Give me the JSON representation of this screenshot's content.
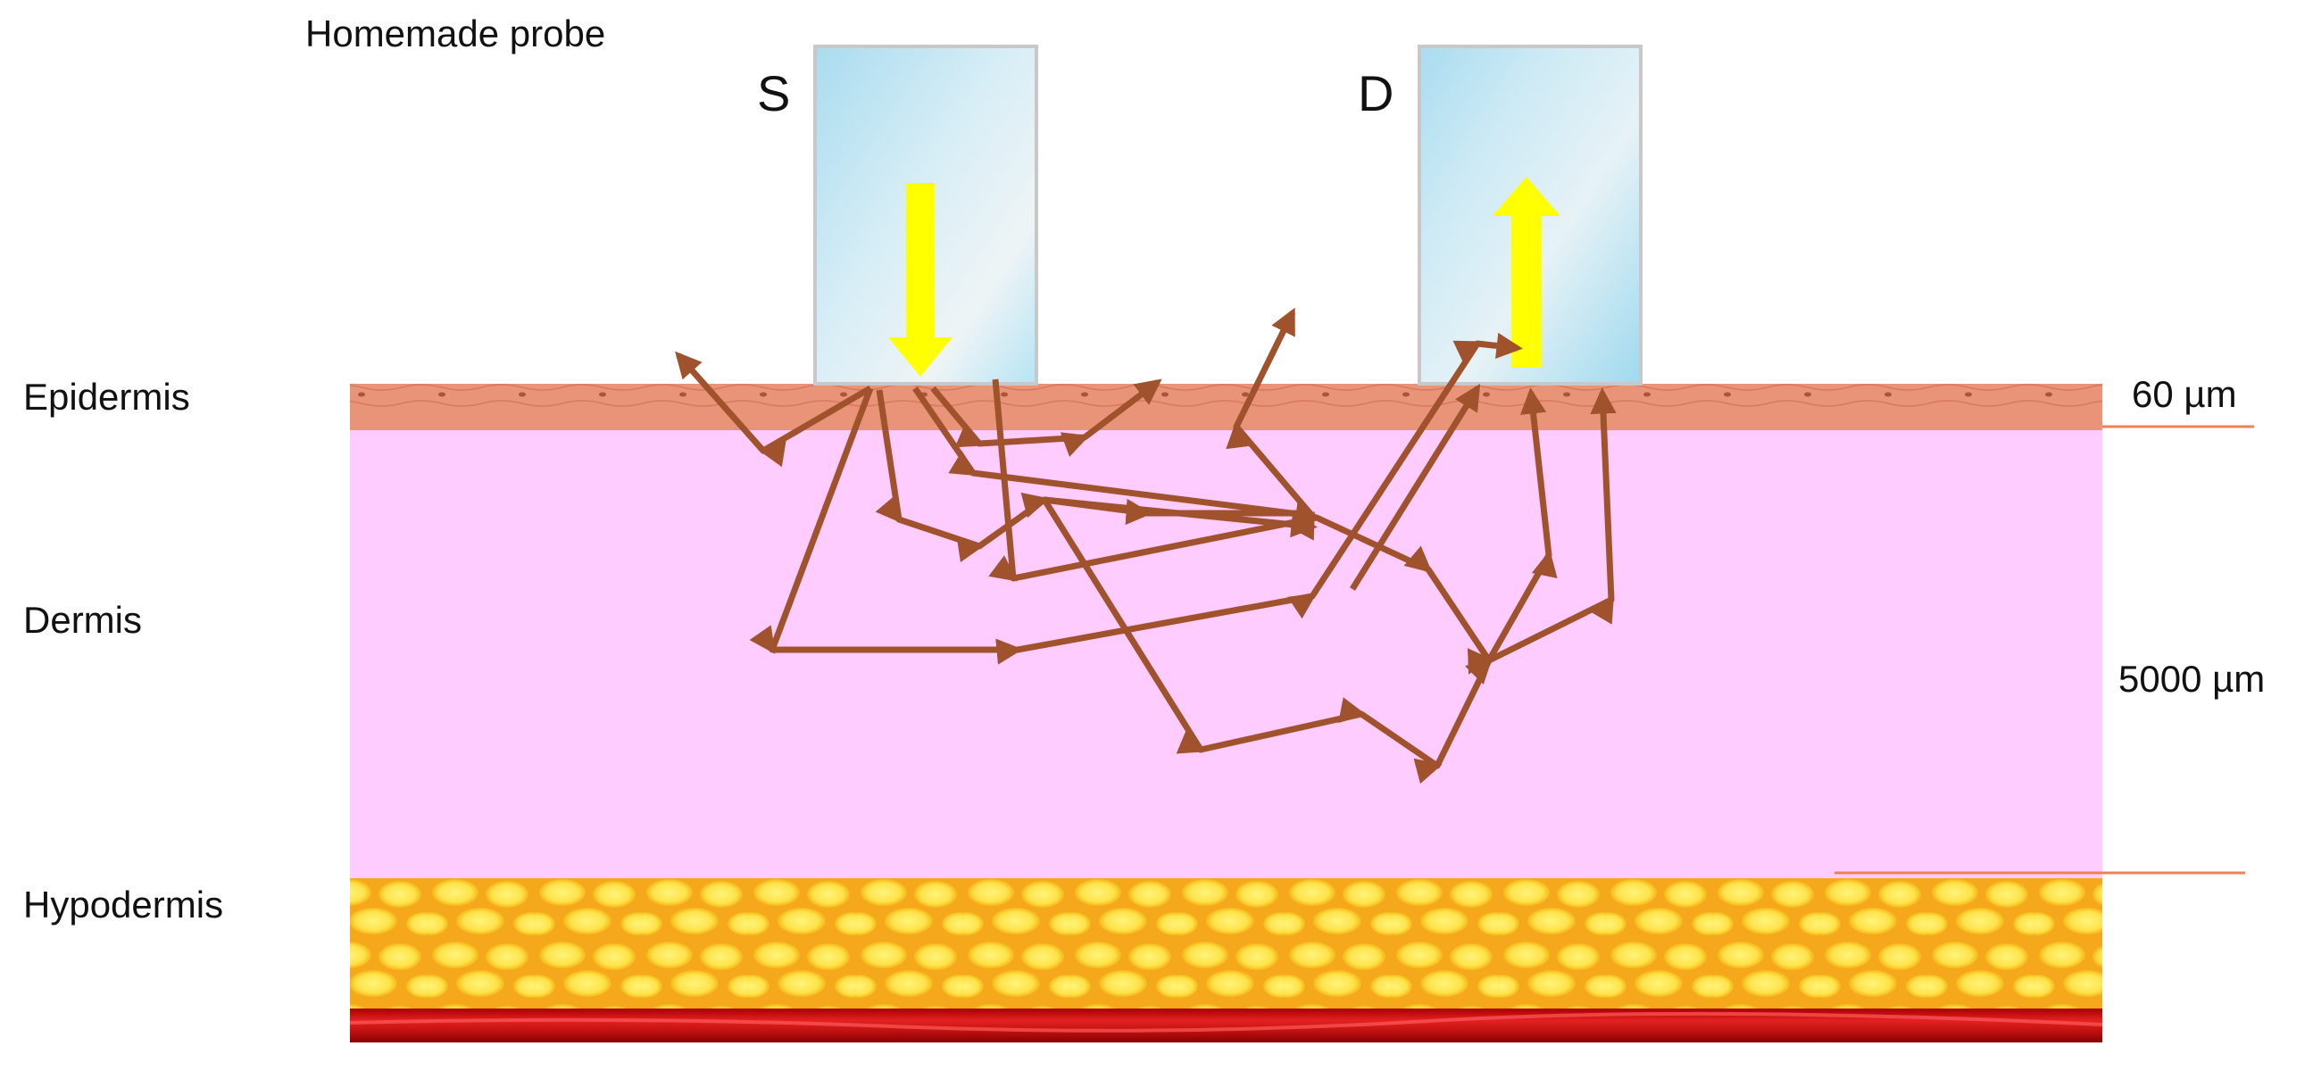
{
  "title": "Homemade probe",
  "probes": {
    "source": {
      "label": "S",
      "arrow_direction": "down"
    },
    "detector": {
      "label": "D",
      "arrow_direction": "up"
    }
  },
  "layers": [
    {
      "name": "Epidermis",
      "color": "#e89a80"
    },
    {
      "name": "Dermis",
      "color": "#ffccff"
    },
    {
      "name": "Hypodermis",
      "color": "#f5c518"
    }
  ],
  "thickness": {
    "epidermis": "60 µm",
    "dermis": "5000 µm"
  },
  "colors": {
    "photon_path": "#a0522d",
    "light_arrow": "#ffff00",
    "probe_glass": "#b8e6f5",
    "blood_vessel": "#cc1111",
    "guide_line": "#f08050"
  }
}
